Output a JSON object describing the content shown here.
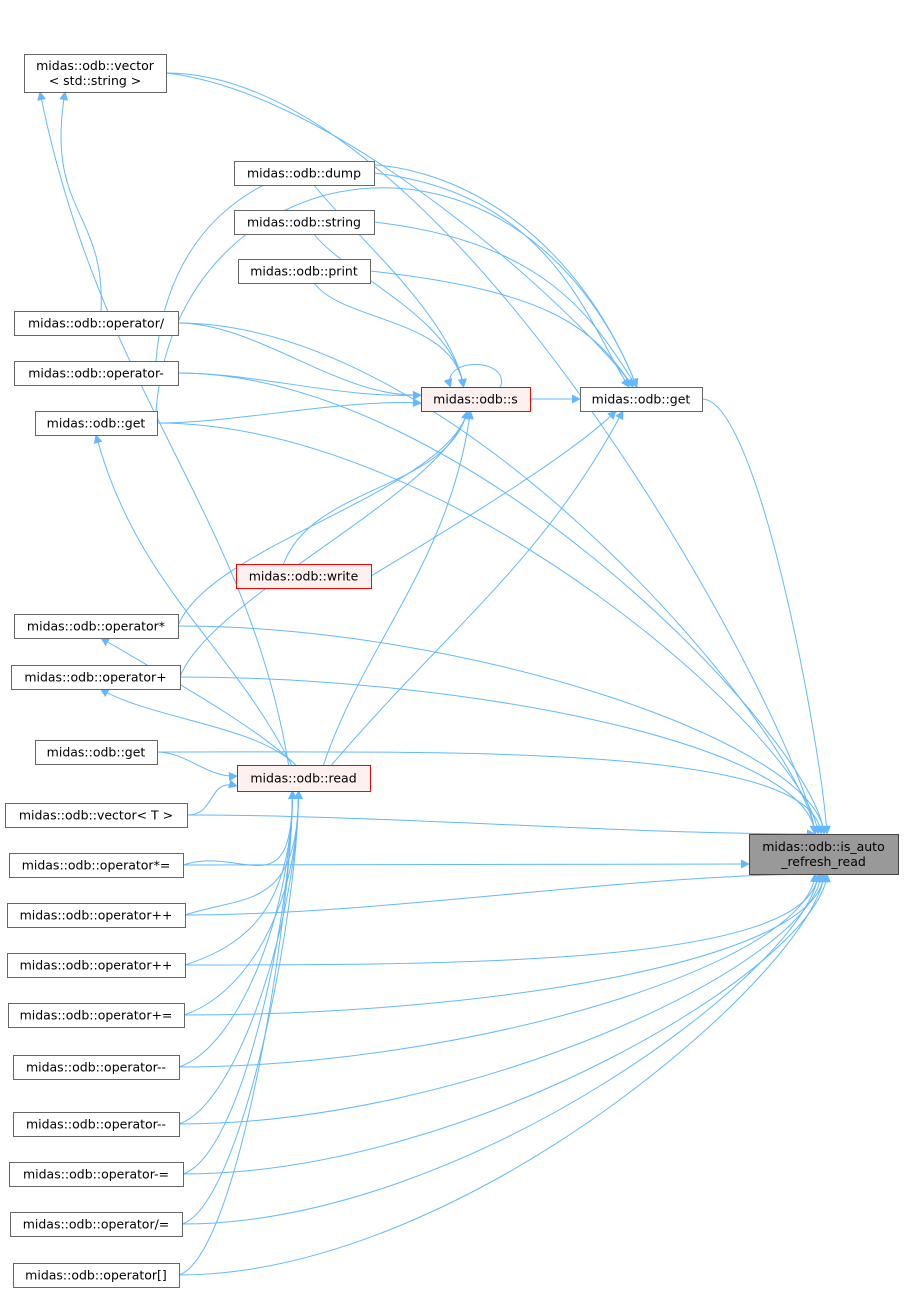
{
  "graph": {
    "kind": "doxygen-caller-graph",
    "colors": {
      "edge": "#63b8ff",
      "node_border": "#666666",
      "node_fill": "#ffffff",
      "highlight_border": "#ff0000",
      "highlight_fill": "#fff0f0",
      "focus_fill": "#999999",
      "focus_border": "#444444"
    },
    "nodes": [
      {
        "id": "vecstr",
        "lines": [
          "midas::odb::vector",
          "< std::string >"
        ]
      },
      {
        "id": "dump",
        "lines": [
          "midas::odb::dump"
        ]
      },
      {
        "id": "string",
        "lines": [
          "midas::odb::string"
        ]
      },
      {
        "id": "print",
        "lines": [
          "midas::odb::print"
        ]
      },
      {
        "id": "opdiv",
        "lines": [
          "midas::odb::operator/"
        ]
      },
      {
        "id": "opminus",
        "lines": [
          "midas::odb::operator-"
        ]
      },
      {
        "id": "get1",
        "lines": [
          "midas::odb::get"
        ]
      },
      {
        "id": "s",
        "lines": [
          "midas::odb::s"
        ],
        "style": "highlight"
      },
      {
        "id": "get2",
        "lines": [
          "midas::odb::get"
        ]
      },
      {
        "id": "write",
        "lines": [
          "midas::odb::write"
        ],
        "style": "highlight"
      },
      {
        "id": "opmul",
        "lines": [
          "midas::odb::operator*"
        ]
      },
      {
        "id": "opplus",
        "lines": [
          "midas::odb::operator+"
        ]
      },
      {
        "id": "get3",
        "lines": [
          "midas::odb::get"
        ]
      },
      {
        "id": "read",
        "lines": [
          "midas::odb::read"
        ],
        "style": "highlight"
      },
      {
        "id": "vecT",
        "lines": [
          "midas::odb::vector< T >"
        ]
      },
      {
        "id": "opmuleq",
        "lines": [
          "midas::odb::operator*="
        ]
      },
      {
        "id": "opinc1",
        "lines": [
          "midas::odb::operator++"
        ]
      },
      {
        "id": "opinc2",
        "lines": [
          "midas::odb::operator++"
        ]
      },
      {
        "id": "opaddeq",
        "lines": [
          "midas::odb::operator+="
        ]
      },
      {
        "id": "opdec1",
        "lines": [
          "midas::odb::operator--"
        ]
      },
      {
        "id": "opdec2",
        "lines": [
          "midas::odb::operator--"
        ]
      },
      {
        "id": "opsubeq",
        "lines": [
          "midas::odb::operator-="
        ]
      },
      {
        "id": "opdiveq",
        "lines": [
          "midas::odb::operator/="
        ]
      },
      {
        "id": "opidx",
        "lines": [
          "midas::odb::operator[]"
        ]
      },
      {
        "id": "target",
        "lines": [
          "midas::odb::is_auto",
          "_refresh_read"
        ],
        "style": "focus"
      }
    ],
    "edges": [
      [
        "vecstr",
        "target"
      ],
      [
        "vecstr",
        "get2"
      ],
      [
        "dump",
        "s"
      ],
      [
        "dump",
        "get2"
      ],
      [
        "string",
        "s"
      ],
      [
        "string",
        "get2"
      ],
      [
        "print",
        "s"
      ],
      [
        "print",
        "get2"
      ],
      [
        "opdiv",
        "vecstr"
      ],
      [
        "opdiv",
        "s"
      ],
      [
        "opdiv",
        "target"
      ],
      [
        "opminus",
        "get2"
      ],
      [
        "opminus",
        "s"
      ],
      [
        "opminus",
        "target"
      ],
      [
        "get1",
        "get2"
      ],
      [
        "get1",
        "s"
      ],
      [
        "get1",
        "target"
      ],
      [
        "s",
        "s"
      ],
      [
        "s",
        "get2"
      ],
      [
        "get2",
        "target"
      ],
      [
        "write",
        "s"
      ],
      [
        "write",
        "get2"
      ],
      [
        "opmul",
        "s"
      ],
      [
        "opmul",
        "target"
      ],
      [
        "opplus",
        "s"
      ],
      [
        "opplus",
        "target"
      ],
      [
        "get3",
        "read"
      ],
      [
        "get3",
        "target"
      ],
      [
        "read",
        "s"
      ],
      [
        "read",
        "get2"
      ],
      [
        "read",
        "vecstr"
      ],
      [
        "read",
        "get1"
      ],
      [
        "read",
        "opmul"
      ],
      [
        "read",
        "opplus"
      ],
      [
        "vecT",
        "read"
      ],
      [
        "vecT",
        "target"
      ],
      [
        "opmuleq",
        "read"
      ],
      [
        "opmuleq",
        "target"
      ],
      [
        "opinc1",
        "read"
      ],
      [
        "opinc1",
        "target"
      ],
      [
        "opinc2",
        "read"
      ],
      [
        "opinc2",
        "target"
      ],
      [
        "opaddeq",
        "read"
      ],
      [
        "opaddeq",
        "target"
      ],
      [
        "opdec1",
        "read"
      ],
      [
        "opdec1",
        "target"
      ],
      [
        "opdec2",
        "read"
      ],
      [
        "opdec2",
        "target"
      ],
      [
        "opsubeq",
        "read"
      ],
      [
        "opsubeq",
        "target"
      ],
      [
        "opdiveq",
        "read"
      ],
      [
        "opdiveq",
        "target"
      ],
      [
        "opidx",
        "read"
      ],
      [
        "opidx",
        "target"
      ]
    ]
  }
}
